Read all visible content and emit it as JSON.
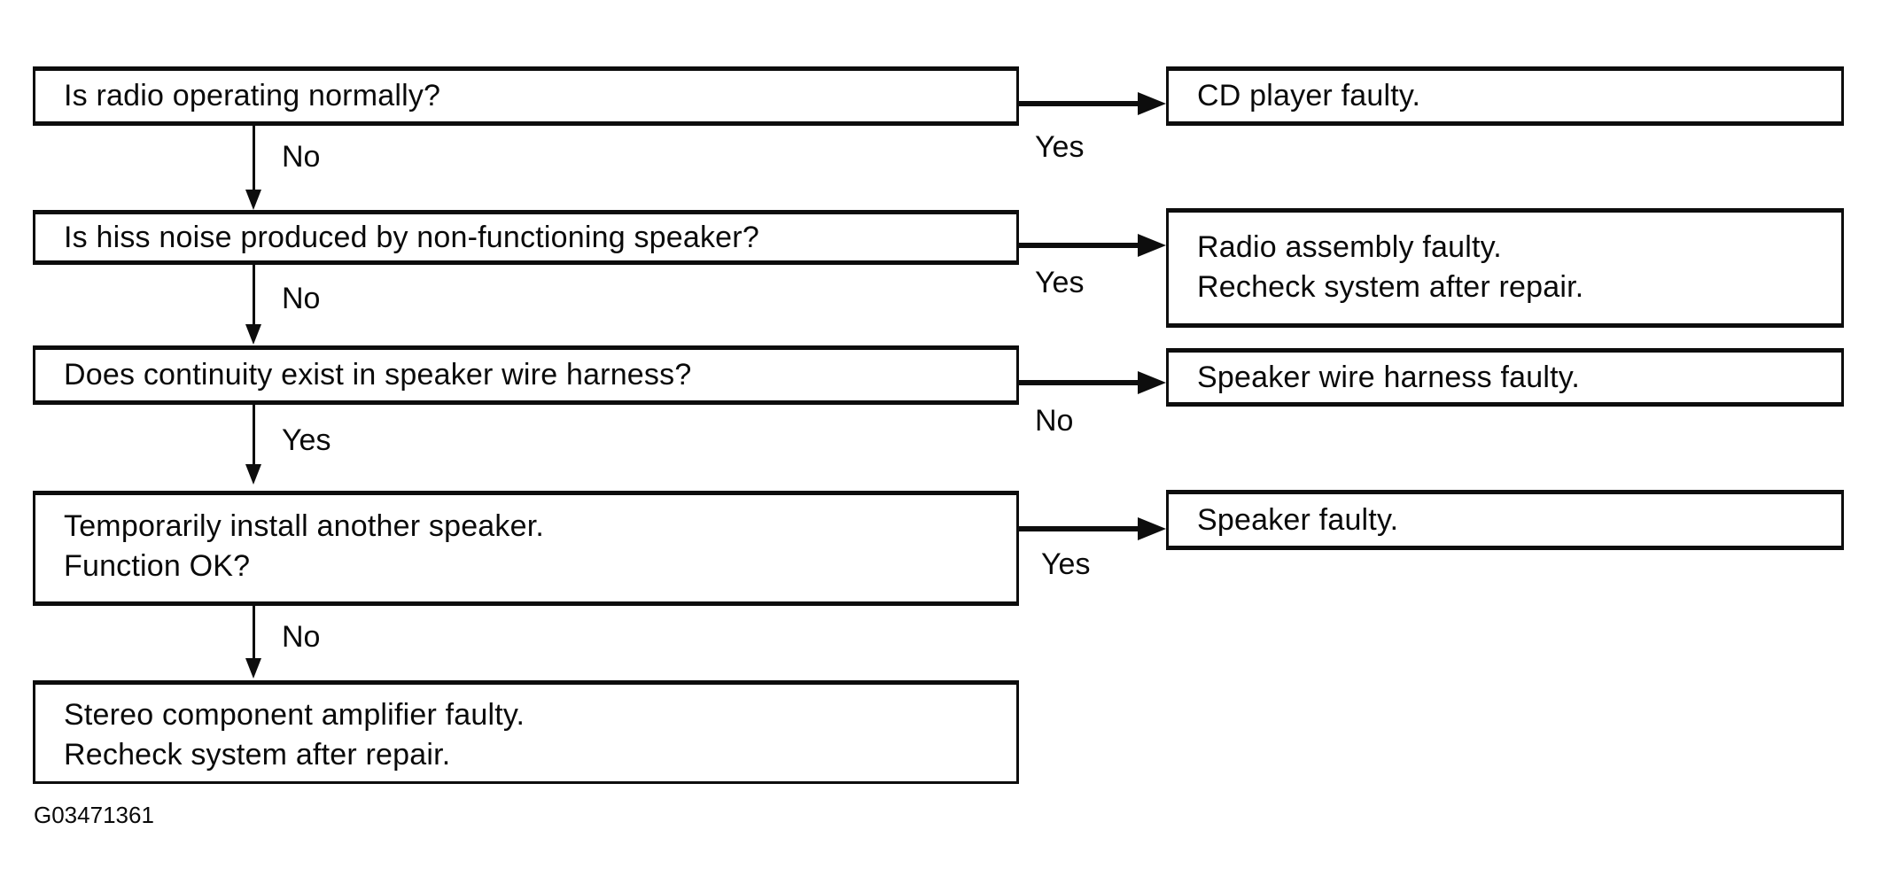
{
  "figure_code": "G03471361",
  "flowchart": {
    "description": "Audio system troubleshooting flowchart",
    "colors": {
      "line": "#0d0d0d",
      "background": "#ffffff",
      "text": "#0a0a0a"
    },
    "nodes": {
      "q1": {
        "text": "Is radio operating normally?"
      },
      "q2": {
        "text": "Is hiss noise produced by non-functioning speaker?"
      },
      "q3": {
        "text": "Does continuity exist in speaker wire harness?"
      },
      "q4": {
        "line1": "Temporarily install another speaker.",
        "line2": "Function OK?"
      },
      "r1": {
        "text": "CD player faulty."
      },
      "r2": {
        "line1": "Radio assembly faulty.",
        "line2": "Recheck system after repair."
      },
      "r3": {
        "text": "Speaker wire harness faulty."
      },
      "r4": {
        "text": "Speaker faulty."
      },
      "end": {
        "line1": "Stereo component amplifier faulty.",
        "line2": "Recheck system after repair."
      }
    },
    "labels": {
      "q1_right": "Yes",
      "q1_down": "No",
      "q2_right": "Yes",
      "q2_down": "No",
      "q3_right": "No",
      "q3_down": "Yes",
      "q4_right": "Yes",
      "q4_down": "No"
    },
    "edges": [
      {
        "from": "q1",
        "label": "Yes",
        "to": "r1"
      },
      {
        "from": "q1",
        "label": "No",
        "to": "q2"
      },
      {
        "from": "q2",
        "label": "Yes",
        "to": "r2"
      },
      {
        "from": "q2",
        "label": "No",
        "to": "q3"
      },
      {
        "from": "q3",
        "label": "No",
        "to": "r3"
      },
      {
        "from": "q3",
        "label": "Yes",
        "to": "q4"
      },
      {
        "from": "q4",
        "label": "Yes",
        "to": "r4"
      },
      {
        "from": "q4",
        "label": "No",
        "to": "end"
      }
    ]
  }
}
